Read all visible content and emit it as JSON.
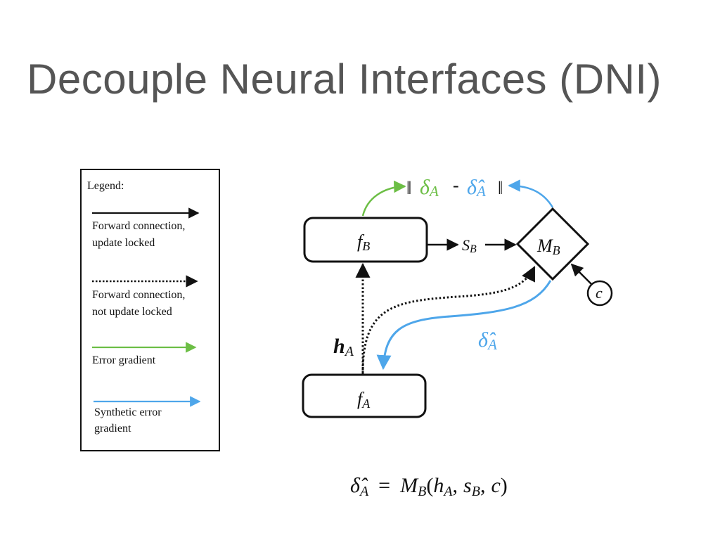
{
  "title": "Decouple Neural Interfaces (DNI)",
  "colors": {
    "forward": "#111111",
    "error_gradient": "#6cbe45",
    "synthetic_gradient": "#4ea6ea",
    "title_gray": "#555555"
  },
  "legend": {
    "heading": "Legend:",
    "items": [
      {
        "line1": "Forward connection,",
        "line2": "update locked"
      },
      {
        "line1": "Forward connection,",
        "line2": "not update locked"
      },
      {
        "line1": "Error gradient",
        "line2": ""
      },
      {
        "line1": "Synthetic error",
        "line2": "gradient"
      }
    ]
  },
  "nodes": {
    "fb": {
      "sym": "f",
      "sub": "B"
    },
    "fa": {
      "sym": "f",
      "sub": "A"
    },
    "mb": {
      "sym": "M",
      "sub": "B"
    },
    "c": {
      "sym": "c"
    },
    "sb": {
      "sym": "S",
      "sub": "B"
    },
    "ha": {
      "sym": "h",
      "sub": "A"
    }
  },
  "labels": {
    "norm_open": "‖",
    "norm_close": "‖",
    "delta": "δ",
    "delta_hat": "δ̂",
    "minus": "-",
    "sub_a": "A"
  },
  "formula": {
    "lhs_sym": "δ̂",
    "lhs_sub": "A",
    "eq": "=",
    "fn": "M",
    "fn_sub": "B",
    "open": "(",
    "arg1": "h",
    "arg1_sub": "A",
    "comma1": ",",
    "arg2": "s",
    "arg2_sub": "B",
    "comma2": ",",
    "arg3": "c",
    "close": ")"
  }
}
